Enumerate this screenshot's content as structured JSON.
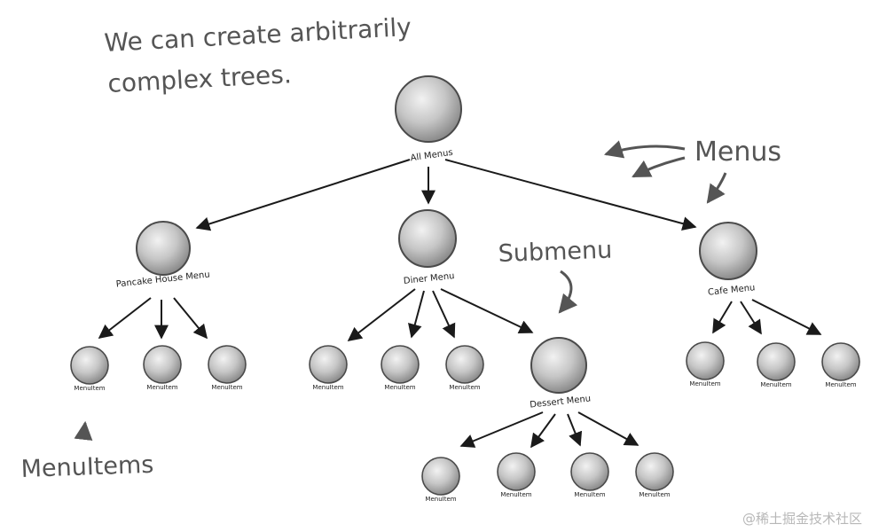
{
  "annotations": {
    "title_line1": "We can create arbitrarily",
    "title_line2": "complex trees.",
    "menus": "Menus",
    "submenu": "Submenu",
    "menuitems": "MenuItems"
  },
  "nodes": {
    "all_menus": "All Menus",
    "pancake_house_menu": "Pancake House Menu",
    "diner_menu": "Diner Menu",
    "cafe_menu": "Cafe Menu",
    "dessert_menu": "Dessert Menu",
    "menu_item": "MenuItem"
  },
  "watermark": "@稀土掘金技术社区",
  "colors": {
    "node_fill": "#bdbdbd",
    "node_stroke": "#4a4a4a",
    "edge": "#1a1a1a",
    "annotation": "#555555"
  }
}
